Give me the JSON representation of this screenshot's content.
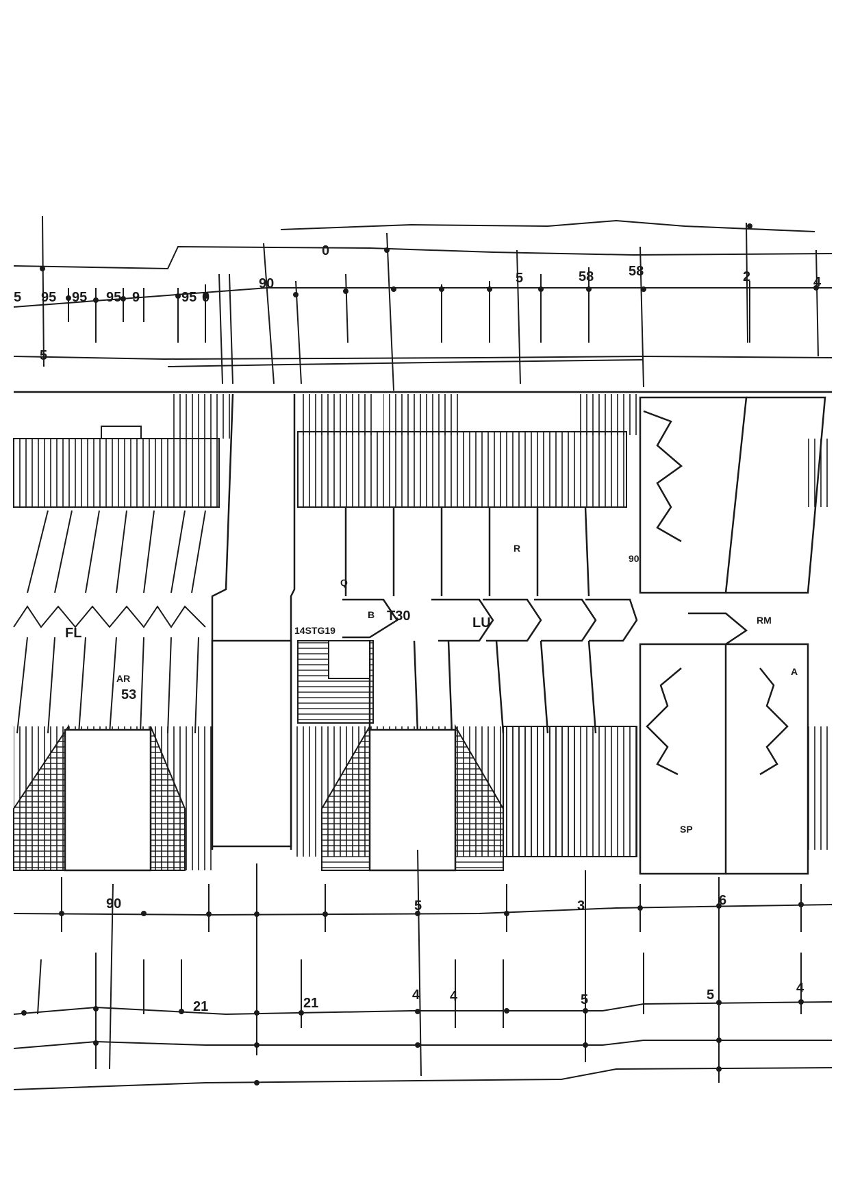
{
  "labels": {
    "top_row": [
      "5",
      "95",
      "95",
      "95",
      "9",
      "95",
      "0",
      "90",
      "0",
      "5",
      "58",
      "58",
      "2",
      "4"
    ],
    "left_5": "5",
    "fl": "FL",
    "ar": "AR",
    "n53": "53",
    "stair": "14STG19",
    "t30": "T30",
    "lu": "LU",
    "rm": "RM",
    "sp": "SP",
    "n90_side": "90",
    "b": "B",
    "q": "Q",
    "a": "A",
    "r": "R",
    "bottom_row1": [
      "90",
      "5",
      "3",
      "6"
    ],
    "bottom_row2": [
      "21",
      "21",
      "4",
      "4",
      "5",
      "5",
      "4"
    ]
  },
  "colors": {
    "ink": "#1a1a1a",
    "paper": "#ffffff",
    "shade": "#dcdcdc"
  }
}
